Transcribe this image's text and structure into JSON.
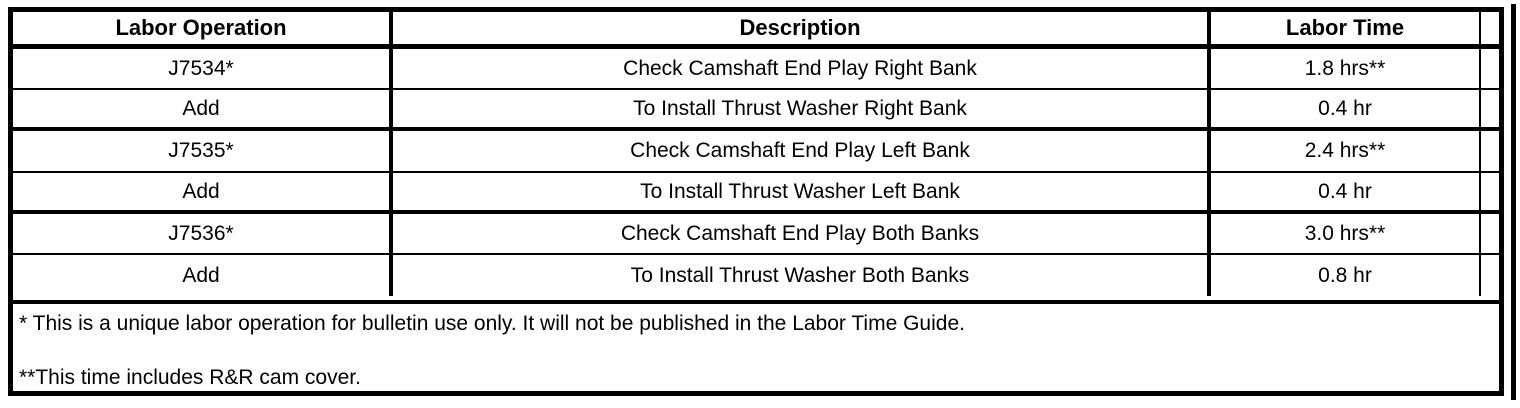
{
  "table": {
    "columns": [
      {
        "key": "operation",
        "label": "Labor Operation"
      },
      {
        "key": "description",
        "label": "Description"
      },
      {
        "key": "time",
        "label": "Labor Time"
      },
      {
        "key": "extra",
        "label": ""
      }
    ],
    "rows": [
      {
        "operation": "J7534*",
        "description": "Check Camshaft End Play Right Bank",
        "time": "1.8 hrs**",
        "extra": ""
      },
      {
        "operation": "Add",
        "description": "To Install Thrust Washer Right Bank",
        "time": "0.4 hr",
        "extra": ""
      },
      {
        "operation": "J7535*",
        "description": "Check Camshaft End Play Left Bank",
        "time": "2.4 hrs**",
        "extra": ""
      },
      {
        "operation": "Add",
        "description": "To Install Thrust Washer Left Bank",
        "time": "0.4 hr",
        "extra": ""
      },
      {
        "operation": "J7536*",
        "description": "Check Camshaft End Play Both Banks",
        "time": "3.0 hrs**",
        "extra": ""
      },
      {
        "operation": "Add",
        "description": "To Install Thrust Washer Both Banks",
        "time": "0.8 hr",
        "extra": ""
      }
    ]
  },
  "notes": {
    "note_1": "* This is a unique labor operation for bulletin use only. It will not be published in the Labor Time Guide.",
    "note_2": "**This time includes R&R cam cover."
  },
  "colors": {
    "text": "#000000",
    "background": "#ffffff",
    "border": "#000000"
  }
}
